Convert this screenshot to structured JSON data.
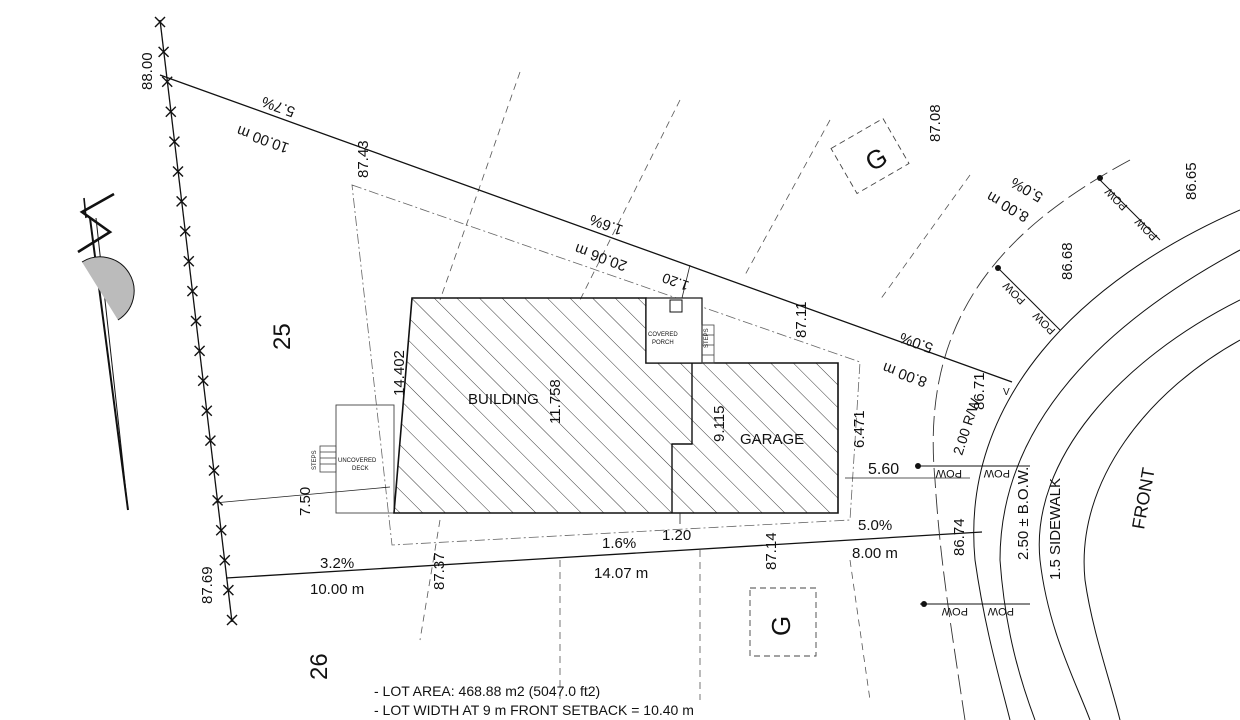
{
  "lots": {
    "main": "25",
    "adjacent": "26"
  },
  "elevations": {
    "top_left": "88.00",
    "top_mid": "87.43",
    "top_right_lot": "87.08",
    "right_upper": "86.68",
    "right_corner": "86.65",
    "east_top": "87.11",
    "east_corner": "86.71",
    "bottom_left": "87.69",
    "bottom_mid": "87.37",
    "bottom_right": "87.14",
    "bottom_corner": "86.74"
  },
  "segments": {
    "top_1_len": "10.00 m",
    "top_1_slope": "5.7%",
    "top_2_len": "20.06 m",
    "top_2_slope": "1.6%",
    "top_3_len": "8.00 m",
    "top_3_slope": "5.0%",
    "side_len": "8.00 m",
    "side_slope": "5.0%",
    "bot_1_len": "10.00 m",
    "bot_1_slope": "3.2%",
    "bot_2_len": "14.07 m",
    "bot_2_slope": "1.6%",
    "bot_3_len": "8.00 m",
    "bot_3_slope": "5.0%"
  },
  "dimensions": {
    "bldg_left": "14.402",
    "bldg_mid": "11.758",
    "garage_left": "9.115",
    "garage_right": "6.471",
    "setback_top": "1.20",
    "setback_bottom": "1.20",
    "front_setback": "5.60",
    "rear_setback": "7.50"
  },
  "labels": {
    "building": "BUILDING",
    "garage": "GARAGE",
    "covered_porch_1": "COVERED",
    "covered_porch_2": "PORCH",
    "steps": "STEPS",
    "uncovered_deck_1": "UNCOVERED",
    "uncovered_deck_2": "DECK",
    "rw": "2.00 R/W",
    "bow": "2.50 ± B.O.W.",
    "sidewalk": "1.5 SIDEWALK",
    "front": "FRONT",
    "pow": "POW",
    "g": "G",
    "v": "V"
  },
  "notes": [
    "- LOT AREA: 468.88 m2 (5047.0 ft2)",
    "- LOT WIDTH AT 9 m FRONT SETBACK = 10.40 m"
  ]
}
